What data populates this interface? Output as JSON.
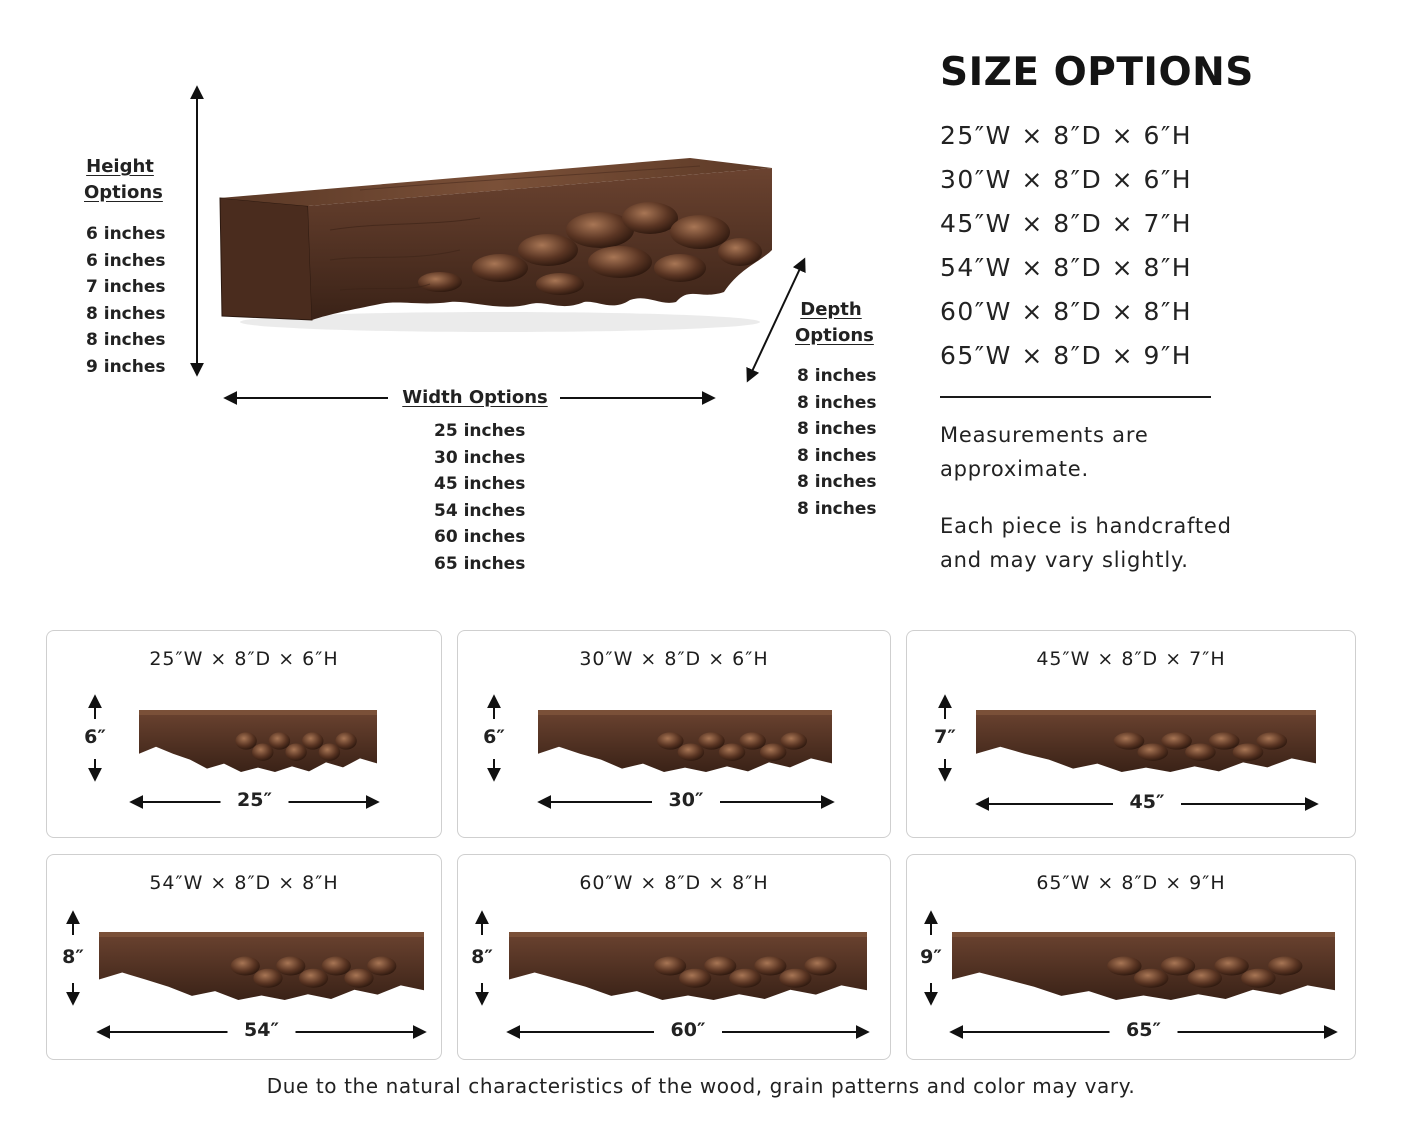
{
  "colors": {
    "wood_dark": "#3d2418",
    "wood_mid": "#5e3a27",
    "wood_light": "#8a5d42",
    "text": "#1a1a1a",
    "card_border": "#cfcfcf"
  },
  "height_options": {
    "label_line1": "Height",
    "label_line2": "Options",
    "values": [
      "6 inches",
      "6 inches",
      "7 inches",
      "8 inches",
      "8 inches",
      "9 inches"
    ]
  },
  "width_options": {
    "label": "Width Options",
    "values": [
      "25 inches",
      "30 inches",
      "45 inches",
      "54 inches",
      "60 inches",
      "65 inches"
    ]
  },
  "depth_options": {
    "label_line1": "Depth",
    "label_line2": "Options",
    "values": [
      "8 inches",
      "8 inches",
      "8 inches",
      "8 inches",
      "8 inches",
      "8 inches"
    ]
  },
  "size_options": {
    "title": "SIZE OPTIONS",
    "items": [
      "25″W × 8″D × 6″H",
      "30″W × 8″D × 6″H",
      "45″W × 8″D × 7″H",
      "54″W × 8″D × 8″H",
      "60″W × 8″D × 8″H",
      "65″W × 8″D × 9″H"
    ],
    "note1_line1": "Measurements are",
    "note1_line2": "approximate.",
    "note2_line1": "Each piece is handcrafted",
    "note2_line2": "and may vary slightly."
  },
  "cards": [
    {
      "title": "25″W × 8″D × 6″H",
      "height": "6″",
      "width": "25″"
    },
    {
      "title": "30″W × 8″D × 6″H",
      "height": "6″",
      "width": "30″"
    },
    {
      "title": "45″W × 8″D × 7″H",
      "height": "7″",
      "width": "45″"
    },
    {
      "title": "54″W × 8″D × 8″H",
      "height": "8″",
      "width": "54″"
    },
    {
      "title": "60″W × 8″D × 8″H",
      "height": "8″",
      "width": "60″"
    },
    {
      "title": "65″W × 8″D × 9″H",
      "height": "9″",
      "width": "65″"
    }
  ],
  "footer": "Due to the natural characteristics of the wood, grain patterns and color may vary."
}
